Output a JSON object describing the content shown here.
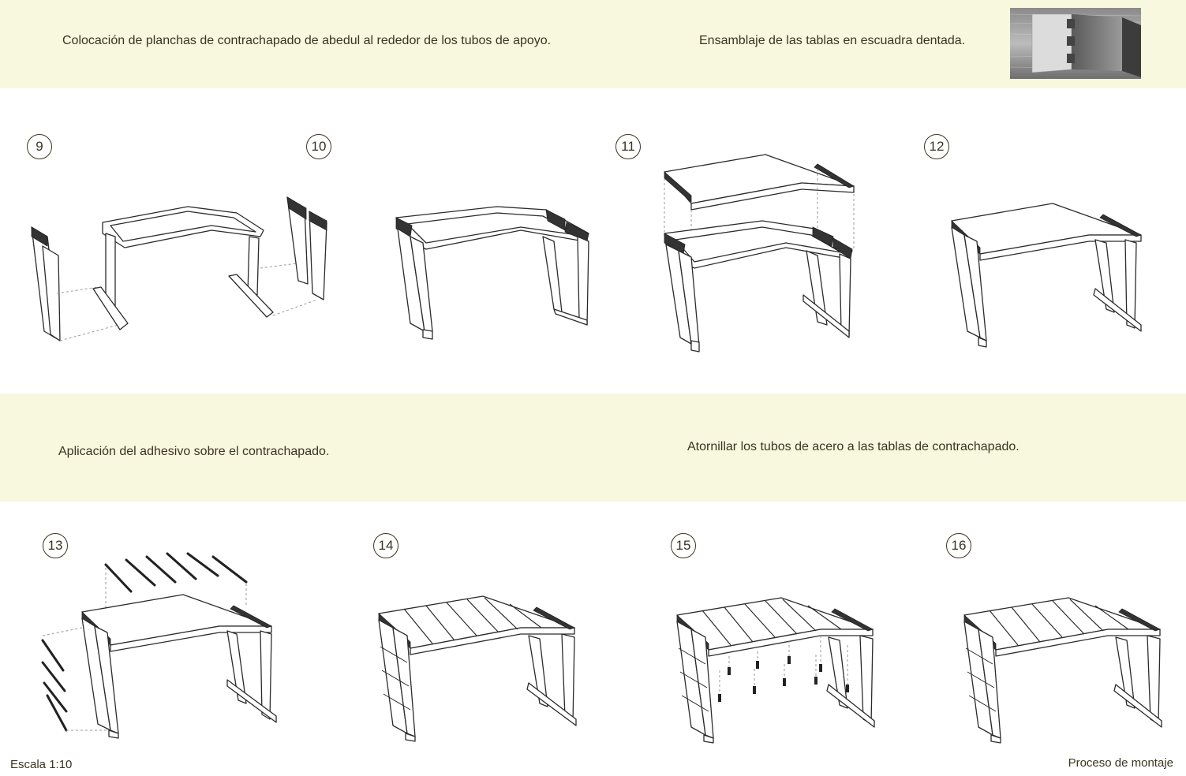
{
  "captions": {
    "top_left": "Colocación de planchas de contrachapado de abedul al rededor de los tubos de apoyo.",
    "top_right": "Ensamblaje de las tablas en escuadra dentada.",
    "mid_left": "Aplicación del adhesivo sobre el contrachapado.",
    "mid_right": "Atornillar los tubos de acero a las tablas de contrachapado."
  },
  "steps": {
    "s9": "9",
    "s10": "10",
    "s11": "11",
    "s12": "12",
    "s13": "13",
    "s14": "14",
    "s15": "15",
    "s16": "16"
  },
  "footer": {
    "scale": "Escala 1:10",
    "title": "Proceso de montaje"
  },
  "colors": {
    "band": "#f8f8df",
    "ink": "#3a3420"
  }
}
